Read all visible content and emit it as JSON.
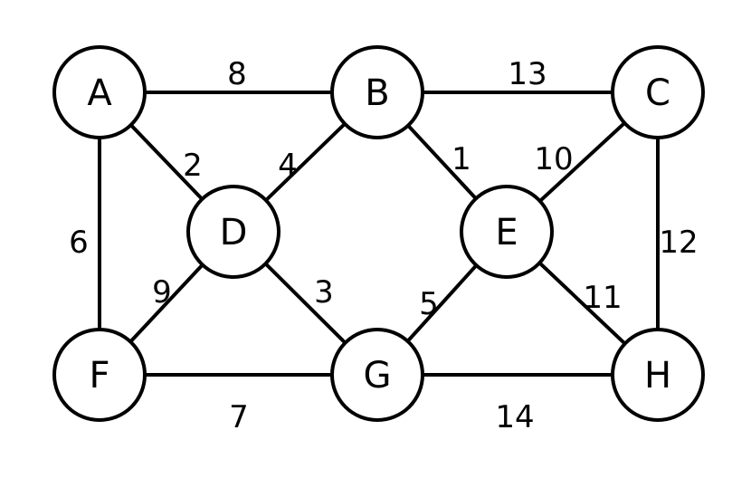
{
  "graph": {
    "nodes": [
      {
        "id": "A",
        "label": "A"
      },
      {
        "id": "B",
        "label": "B"
      },
      {
        "id": "C",
        "label": "C"
      },
      {
        "id": "D",
        "label": "D"
      },
      {
        "id": "E",
        "label": "E"
      },
      {
        "id": "F",
        "label": "F"
      },
      {
        "id": "G",
        "label": "G"
      },
      {
        "id": "H",
        "label": "H"
      }
    ],
    "edges": [
      {
        "from": "A",
        "to": "B",
        "weight": "8"
      },
      {
        "from": "B",
        "to": "C",
        "weight": "13"
      },
      {
        "from": "A",
        "to": "D",
        "weight": "2"
      },
      {
        "from": "B",
        "to": "D",
        "weight": "4"
      },
      {
        "from": "B",
        "to": "E",
        "weight": "1"
      },
      {
        "from": "C",
        "to": "E",
        "weight": "10"
      },
      {
        "from": "A",
        "to": "F",
        "weight": "6"
      },
      {
        "from": "C",
        "to": "H",
        "weight": "12"
      },
      {
        "from": "D",
        "to": "F",
        "weight": "9"
      },
      {
        "from": "D",
        "to": "G",
        "weight": "3"
      },
      {
        "from": "E",
        "to": "G",
        "weight": "5"
      },
      {
        "from": "E",
        "to": "H",
        "weight": "11"
      },
      {
        "from": "F",
        "to": "G",
        "weight": "7"
      },
      {
        "from": "G",
        "to": "H",
        "weight": "14"
      }
    ]
  }
}
